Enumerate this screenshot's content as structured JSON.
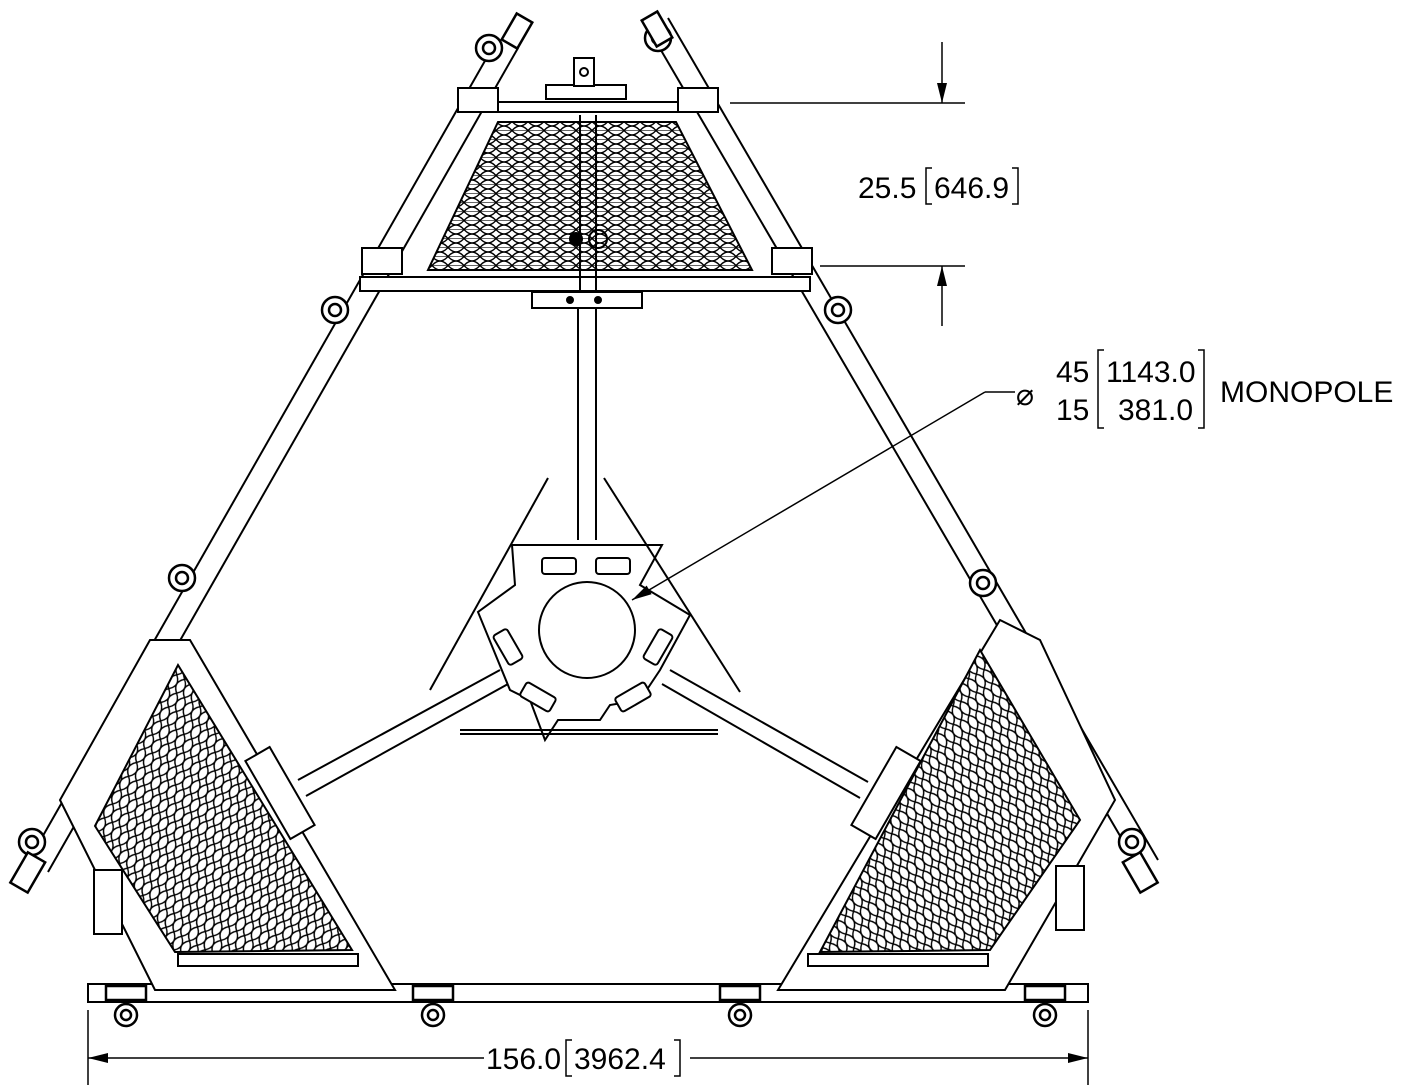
{
  "drawing": {
    "line_color": "#000000",
    "background": "#ffffff",
    "dimensions": {
      "panel_depth": {
        "value": "25.5",
        "metric": "646.9"
      },
      "overall_width": {
        "value": "156.0",
        "metric": "3962.4"
      },
      "monopole": {
        "symbol": "⌀",
        "max_value": "45",
        "max_metric": "1143.0",
        "min_value": "15",
        "min_metric": "381.0",
        "label": "MONOPOLE"
      }
    }
  }
}
